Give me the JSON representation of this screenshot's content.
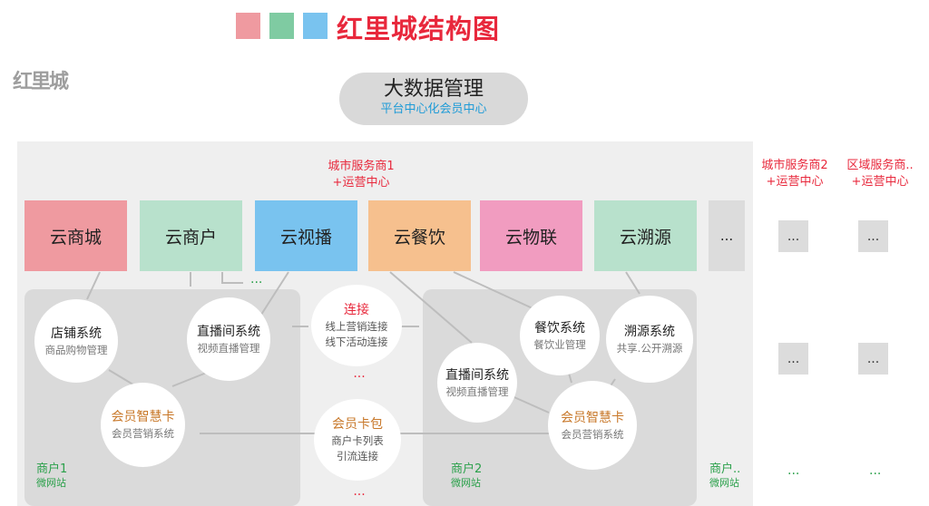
{
  "title": "红里城结构图",
  "logo_text": "红里城",
  "swatch_colors": [
    "#ef9aa0",
    "#7fcba2",
    "#79c3ef"
  ],
  "center_node": {
    "title": "大数据管理",
    "subtitle": "平台中心化会员中心"
  },
  "providers": [
    {
      "line1": "城市服务商1",
      "line2": "+运营中心"
    },
    {
      "line1": "城市服务商2",
      "line2": "+运营中心"
    },
    {
      "line1": "区域服务商..",
      "line2": "+运营中心"
    }
  ],
  "modules": [
    {
      "label": "云商城",
      "color": "#ef9aa0"
    },
    {
      "label": "云商户",
      "color": "#b8e1cc"
    },
    {
      "label": "云视播",
      "color": "#79c3ef"
    },
    {
      "label": "云餐饮",
      "color": "#f6c08e"
    },
    {
      "label": "云物联",
      "color": "#f19cc0"
    },
    {
      "label": "云溯源",
      "color": "#b8e1cc"
    },
    {
      "label": "...",
      "color": "#dcdcdc"
    }
  ],
  "ellipsis": "...",
  "merchant1": {
    "name": "商户1",
    "site": "微网站",
    "nodes": [
      {
        "title": "店铺系统",
        "sub": "商品购物管理"
      },
      {
        "title": "直播间系统",
        "sub": "视频直播管理"
      },
      {
        "title": "会员智慧卡",
        "sub": "会员营销系统"
      }
    ]
  },
  "merchant2": {
    "name": "商户2",
    "site": "微网站",
    "nodes": [
      {
        "title": "餐饮系统",
        "sub": "餐饮业管理"
      },
      {
        "title": "溯源系统",
        "sub": "共享.公开溯源"
      },
      {
        "title": "直播间系统",
        "sub": "视频直播管理"
      },
      {
        "title": "会员智慧卡",
        "sub": "会员营销系统"
      }
    ]
  },
  "merchant_more": {
    "name": "商户..",
    "site": "微网站"
  },
  "connect": {
    "title": "连接",
    "line1": "线上营销连接",
    "line2": "线下活动连接"
  },
  "card_pack": {
    "title": "会员卡包",
    "line1": "商户卡列表",
    "line2": "引流连接"
  }
}
